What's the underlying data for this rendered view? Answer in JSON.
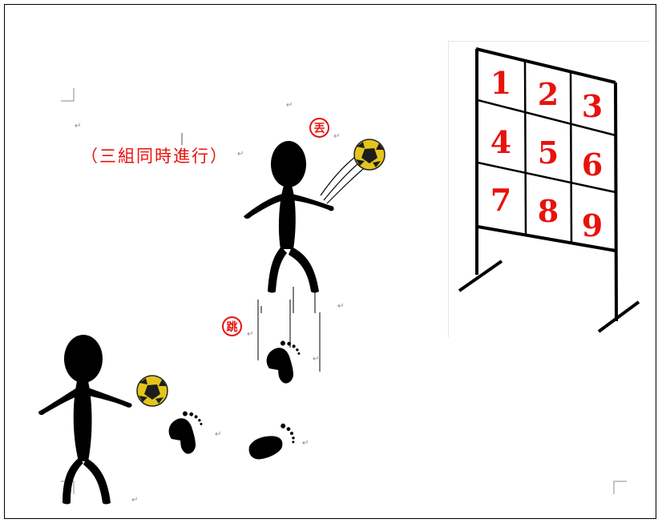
{
  "caption": "（三組同時進行）",
  "throw_label": "丟",
  "jump_label": "跳",
  "paragraph_mark": "↵",
  "target_numbers": [
    "1",
    "2",
    "3",
    "4",
    "5",
    "6",
    "7",
    "8",
    "9"
  ],
  "colors": {
    "accent": "#e8120c",
    "ball_yellow": "#e3c51c",
    "silhouette": "#000000"
  }
}
